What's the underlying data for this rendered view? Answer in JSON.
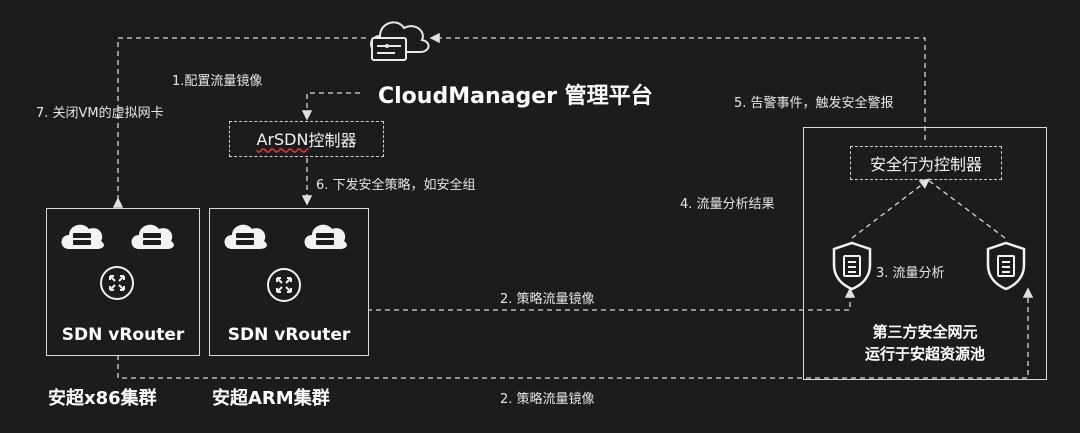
{
  "platform": {
    "title": "CloudManager 管理平台"
  },
  "arsdn": {
    "name_part1": "ArSDN",
    "name_part2": " 控制器"
  },
  "security_controller": {
    "label": "安全行为控制器"
  },
  "clusters": [
    {
      "router_label": "SDN vRouter",
      "cluster_name": "安超x86集群"
    },
    {
      "router_label": "SDN vRouter",
      "cluster_name": "安超ARM集群"
    }
  ],
  "third_party": {
    "line1": "第三方安全网元",
    "line2": "运行于安超资源池"
  },
  "steps": {
    "s1": "1.配置流量镜像",
    "s2a": "2. 策略流量镜像",
    "s2b": "2. 策略流量镜像",
    "s3": "3. 流量分析",
    "s4": "4. 流量分析结果",
    "s5": "5. 告警事件，触发安全警报",
    "s6": "6. 下发安全策略，如安全组",
    "s7": "7. 关闭VM的虚拟网卡"
  },
  "icons": {
    "cloud_manager": "cloud-server-icon",
    "vm": "cloud-server-icon",
    "router": "router-icon",
    "shield": "security-shield-icon"
  },
  "colors": {
    "background": "#1c1c1e",
    "line": "#d9d9d9",
    "text": "#ffffff",
    "underline": "#d23b3b"
  }
}
